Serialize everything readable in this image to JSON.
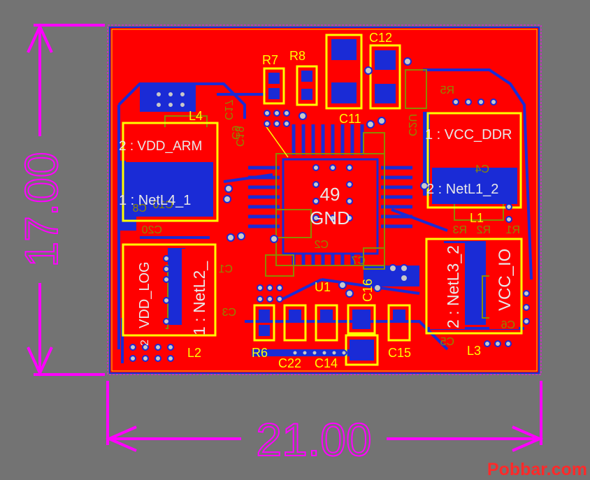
{
  "board": {
    "width_mm": "21.00",
    "height_mm": "17.00",
    "watermark": "Pobbar.com",
    "colors": {
      "background": "#737373",
      "top_copper": "#ff0000",
      "bottom_copper": "#1a2bd6",
      "silk": "#ffff00",
      "dimension": "#ff00ff",
      "pad_gray": "#b8b8b8",
      "olive": "#8c8a00",
      "net_text": "#e8e8e8",
      "watermark": "#ff2a2a"
    }
  },
  "designators": {
    "R7": "R7",
    "R8": "R8",
    "C12": "C12",
    "C11": "C11",
    "L4": "L4",
    "U1": "U1",
    "R6": "R6",
    "C22": "C22",
    "C14": "C14",
    "C16": "C16",
    "C15": "C15",
    "L1": "L1",
    "L2": "L2",
    "L3": "L3"
  },
  "bottom_designators": {
    "R5": "R5",
    "C17": "C17",
    "C9": "C9",
    "C19": "C19",
    "C2U": "C2U",
    "C4": "C4",
    "C8": "C8",
    "C10": "C10",
    "C20": "C20",
    "C1": "C1",
    "C3": "C3",
    "C2": "C2",
    "C6": "C6",
    "R3": "R3",
    "R2": "R2",
    "R1": "R1",
    "C5": "C5",
    "C7": "C7"
  },
  "nets": {
    "vdd_arm": "2 : VDD_ARM",
    "netl4": "1 : NetL4_1",
    "vcc_ddr": "1 : VCC_DDR",
    "netl1": "2 : NetL1_2",
    "vdd_log": "VDD_LOG",
    "netl2": "1 : NetL2_",
    "netl3": "2 : NetL3_2",
    "vcc_io": "VCC_IO",
    "pin_num": "2",
    "gnd_pad": "49",
    "gnd_name": "GND"
  }
}
